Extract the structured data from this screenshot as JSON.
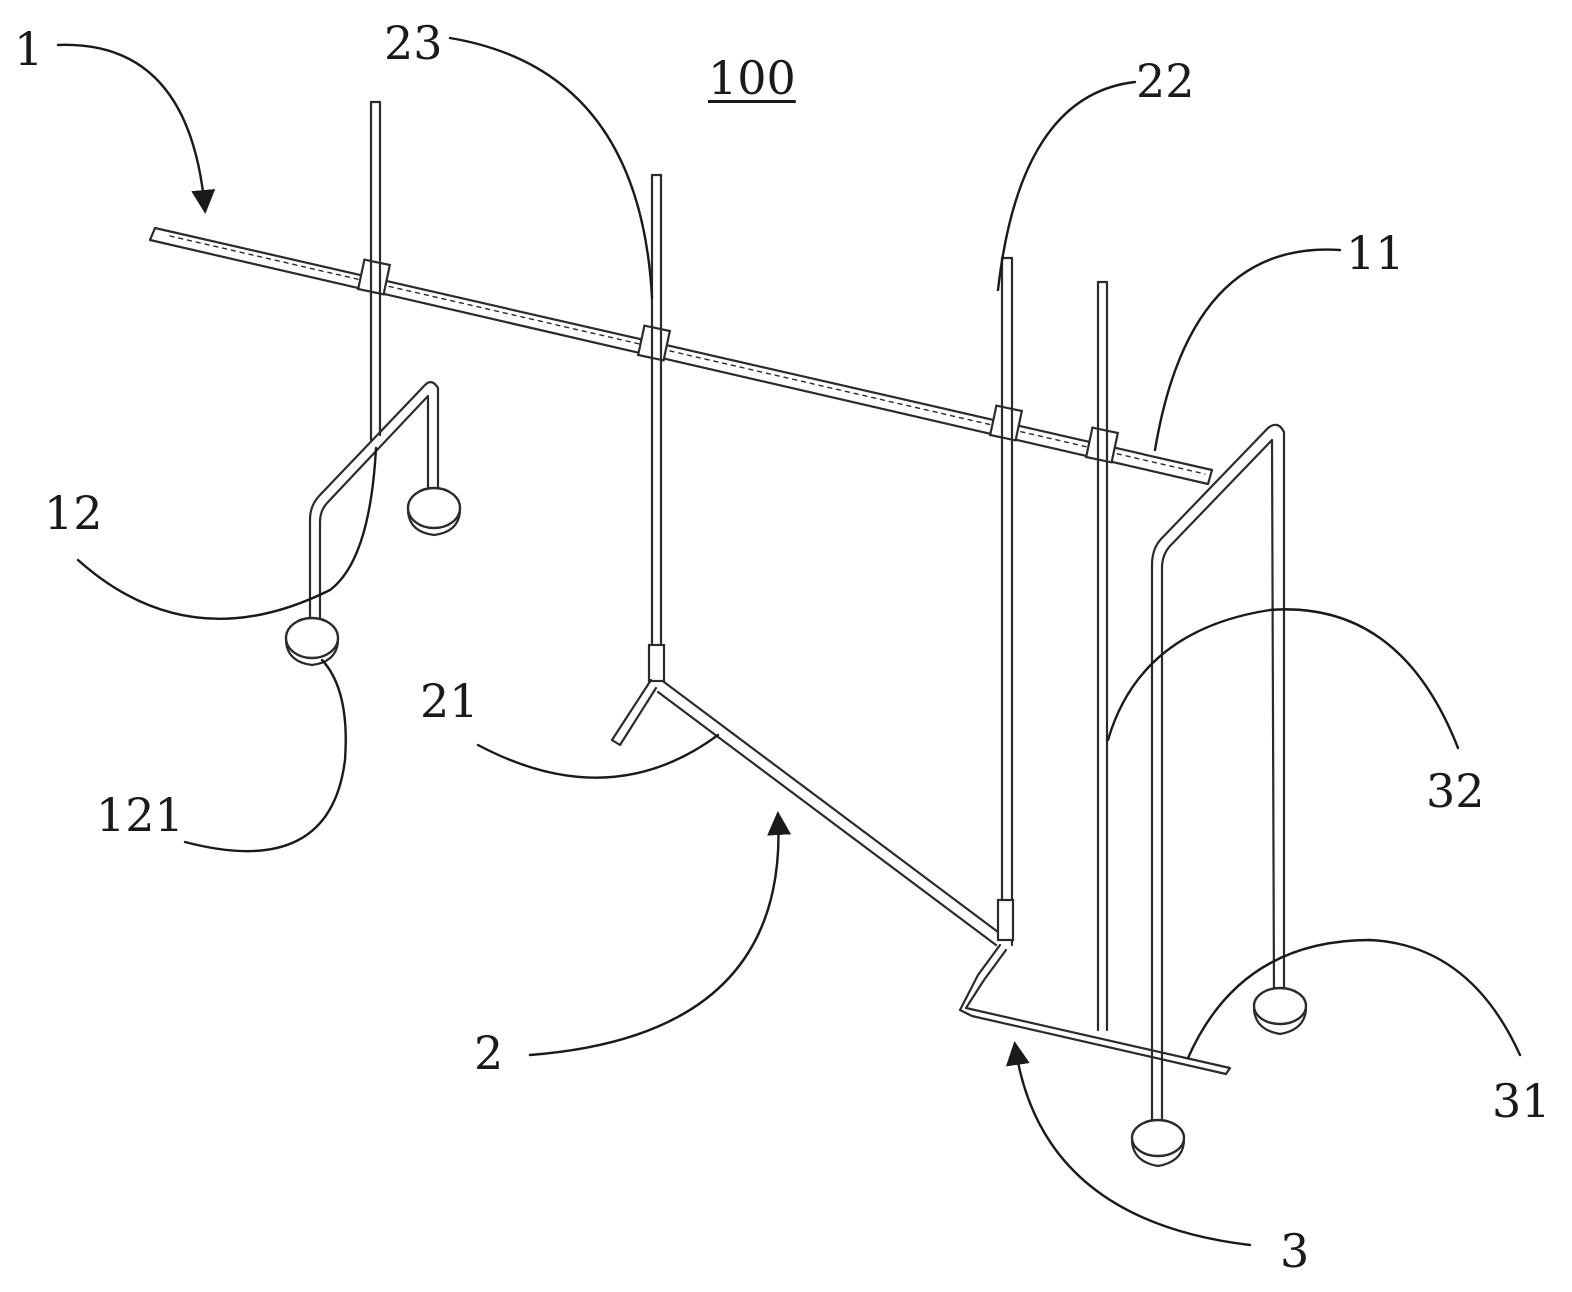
{
  "figure": {
    "assembly_label": "100",
    "reference_numerals": {
      "frame": "1",
      "frame_rail": "11",
      "frame_leg": "12",
      "frame_leg_foot": "121",
      "unit_two": "2",
      "unit_two_part_21": "21",
      "unit_two_part_22": "22",
      "unit_two_part_23": "23",
      "unit_three": "3",
      "unit_three_part_31": "31",
      "unit_three_part_32": "32"
    }
  }
}
